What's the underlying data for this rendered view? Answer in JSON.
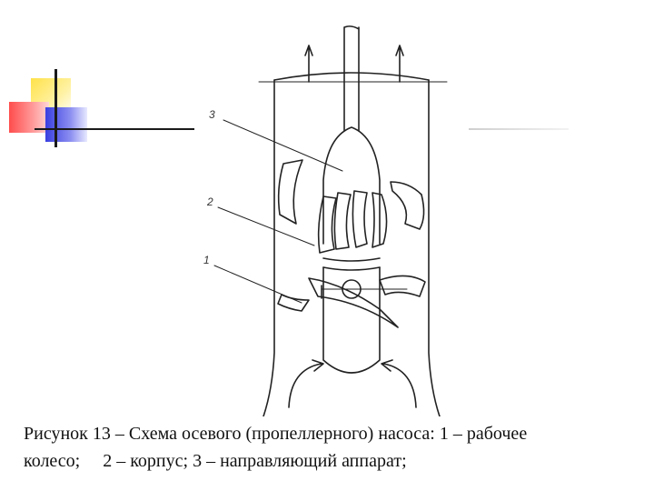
{
  "figure": {
    "callouts": [
      "3",
      "2",
      "1"
    ]
  },
  "caption": {
    "line1": "Рисунок 13 – Схема осевого (пропеллерного) насоса: 1 – рабочее",
    "line2": "колесо;     2 – корпус; 3 – направляющий аппарат;"
  },
  "colors": {
    "accent_yellow": "#ffe24a",
    "accent_red": "#ff4d4d",
    "accent_blue": "#3a3fe0",
    "ink": "#1a1a1a"
  }
}
